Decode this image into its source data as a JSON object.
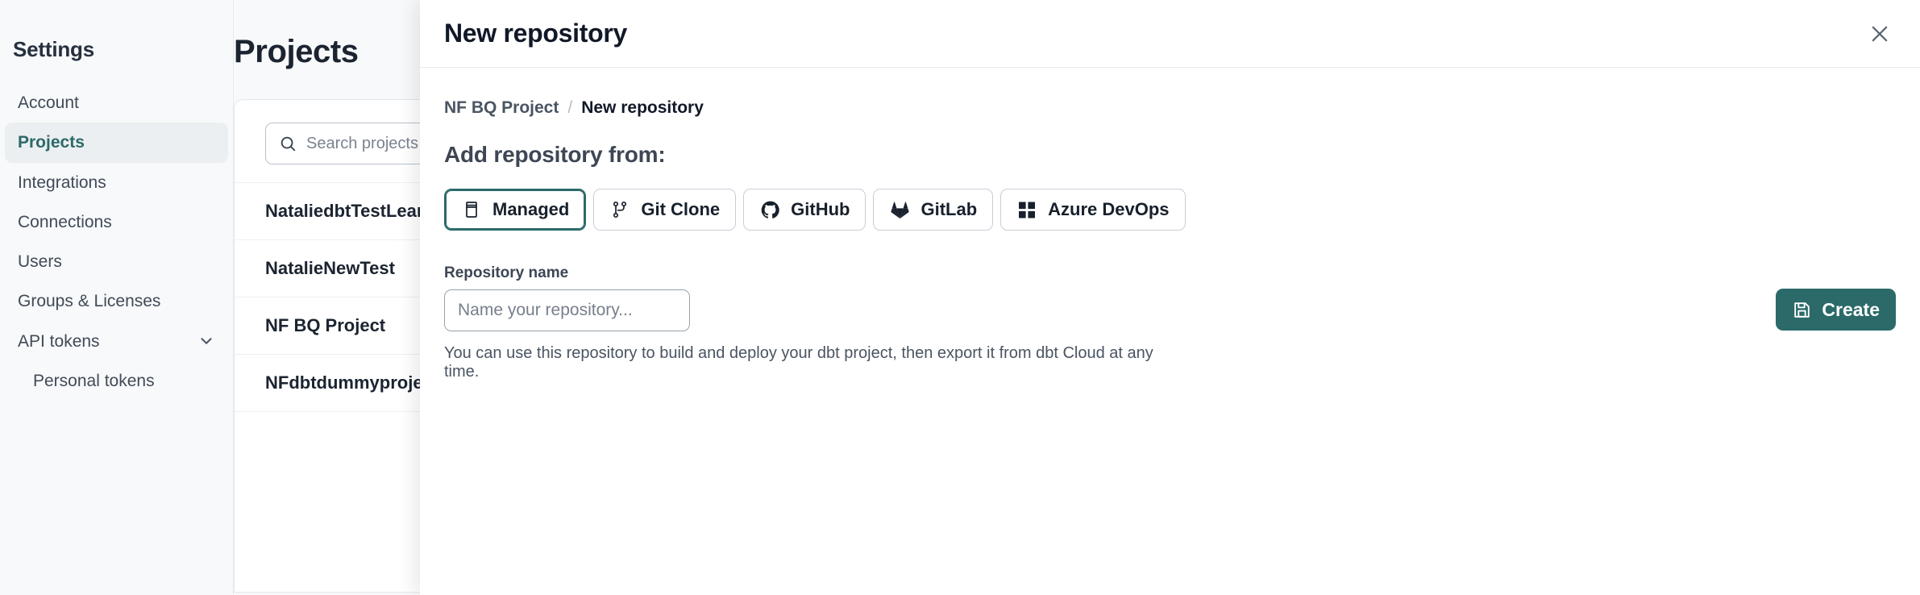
{
  "sidebar": {
    "title": "Settings",
    "items": [
      {
        "label": "Account",
        "active": false,
        "sub": false,
        "caret": false
      },
      {
        "label": "Projects",
        "active": true,
        "sub": false,
        "caret": false
      },
      {
        "label": "Integrations",
        "active": false,
        "sub": false,
        "caret": false
      },
      {
        "label": "Connections",
        "active": false,
        "sub": false,
        "caret": false
      },
      {
        "label": "Users",
        "active": false,
        "sub": false,
        "caret": false
      },
      {
        "label": "Groups & Licenses",
        "active": false,
        "sub": false,
        "caret": false
      },
      {
        "label": "API tokens",
        "active": false,
        "sub": false,
        "caret": true
      },
      {
        "label": "Personal tokens",
        "active": false,
        "sub": true,
        "caret": false
      }
    ]
  },
  "main": {
    "page_title": "Projects",
    "search": {
      "placeholder": "Search projects by name...",
      "value": "",
      "icon": "search-icon"
    },
    "projects": [
      "NataliedbtTestLearn Team",
      "NatalieNewTest",
      "NF BQ Project",
      "NFdbtdummyproject"
    ]
  },
  "modal": {
    "title": "New repository",
    "close_icon": "close-icon",
    "breadcrumb": {
      "parent": "NF BQ Project",
      "separator": "/",
      "current": "New repository"
    },
    "section_heading": "Add repository from:",
    "sources": [
      {
        "label": "Managed",
        "icon": "book-icon",
        "selected": true
      },
      {
        "label": "Git Clone",
        "icon": "git-branch-icon",
        "selected": false
      },
      {
        "label": "GitHub",
        "icon": "github-icon",
        "selected": false
      },
      {
        "label": "GitLab",
        "icon": "gitlab-icon",
        "selected": false
      },
      {
        "label": "Azure DevOps",
        "icon": "azure-devops-icon",
        "selected": false
      }
    ],
    "repo_name": {
      "label": "Repository name",
      "placeholder": "Name your repository...",
      "value": ""
    },
    "create_button": {
      "label": "Create",
      "icon": "save-icon"
    },
    "hint": "You can use this repository to build and deploy your dbt project, then export it from dbt Cloud at any time."
  },
  "colors": {
    "accent_teal": "#2b6a69",
    "page_bg": "#f7f9fa",
    "text_dark": "#1b2430",
    "text_muted": "#4a5462",
    "border": "#e7ebee"
  }
}
